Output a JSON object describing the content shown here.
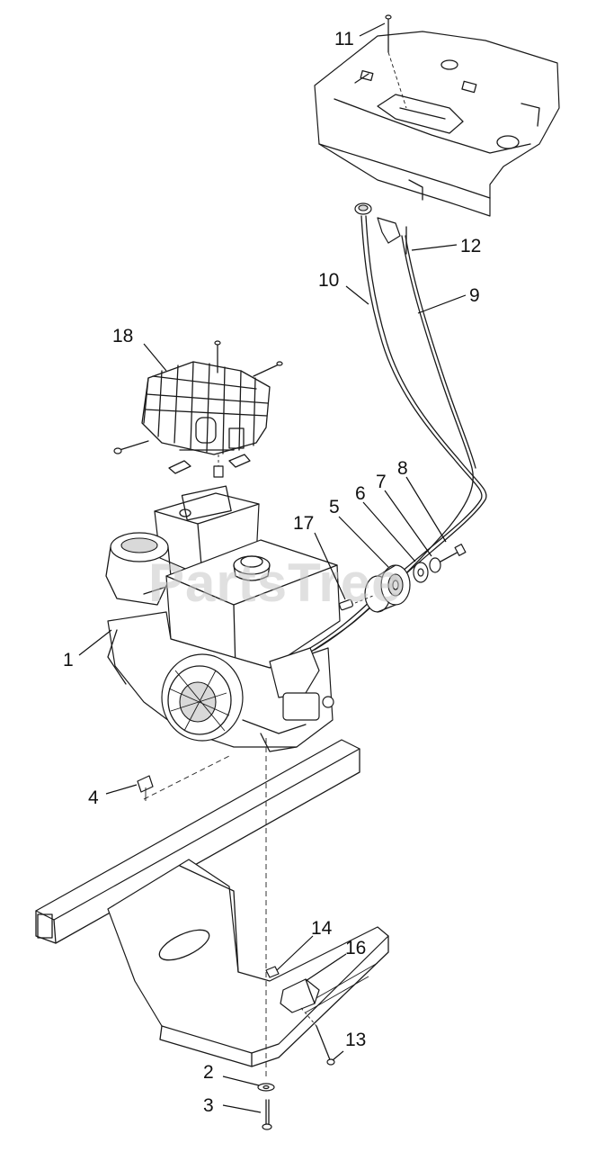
{
  "watermark": {
    "text": "PartsTree"
  },
  "callouts": [
    {
      "id": "c1",
      "label": "1"
    },
    {
      "id": "c2",
      "label": "2"
    },
    {
      "id": "c3",
      "label": "3"
    },
    {
      "id": "c4",
      "label": "4"
    },
    {
      "id": "c5",
      "label": "5"
    },
    {
      "id": "c6",
      "label": "6"
    },
    {
      "id": "c7",
      "label": "7"
    },
    {
      "id": "c8",
      "label": "8"
    },
    {
      "id": "c9",
      "label": "9"
    },
    {
      "id": "c10",
      "label": "10"
    },
    {
      "id": "c11",
      "label": "11"
    },
    {
      "id": "c12",
      "label": "12"
    },
    {
      "id": "c13",
      "label": "13"
    },
    {
      "id": "c14",
      "label": "14"
    },
    {
      "id": "c16",
      "label": "16"
    },
    {
      "id": "c17",
      "label": "17"
    },
    {
      "id": "c18",
      "label": "18"
    }
  ]
}
